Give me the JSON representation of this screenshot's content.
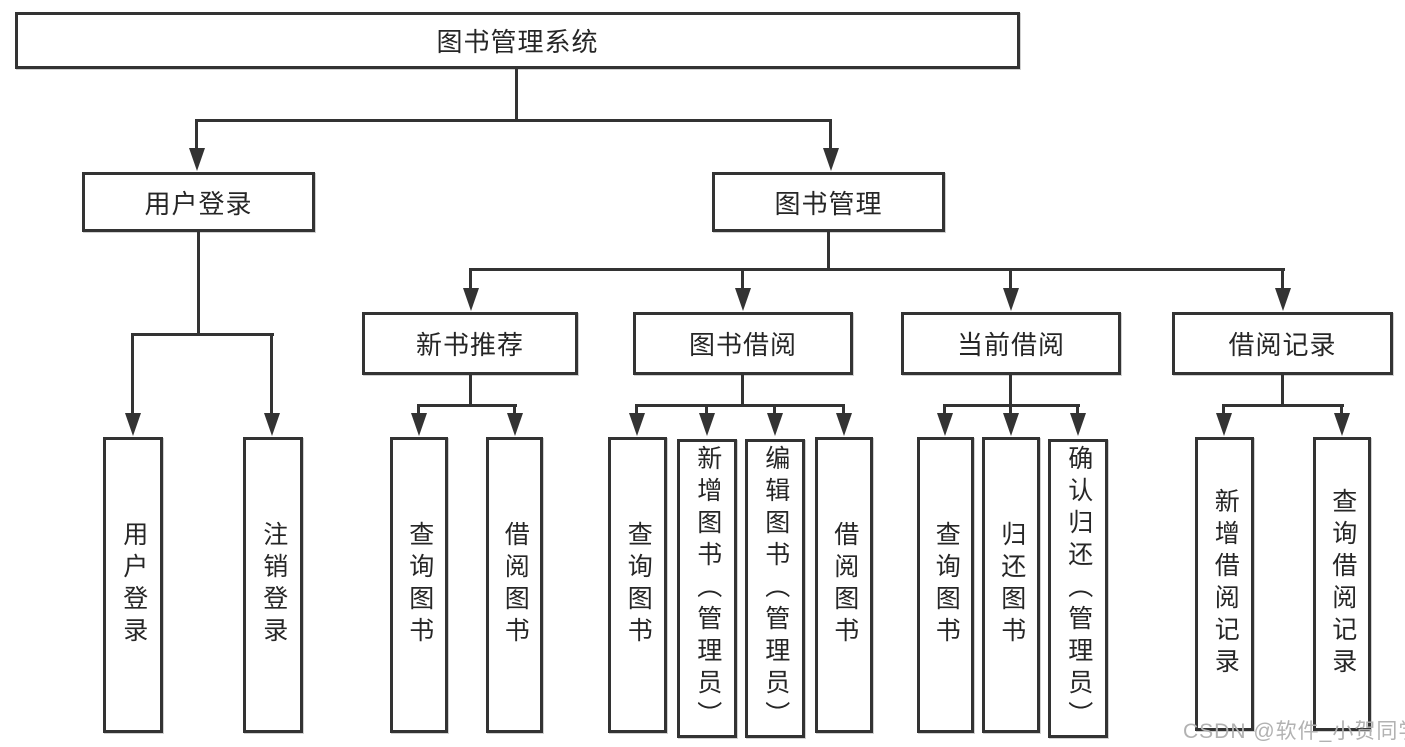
{
  "diagram": {
    "root": {
      "label": "图书管理系统"
    },
    "level2": [
      {
        "id": "user-login",
        "label": "用户登录"
      },
      {
        "id": "book-management",
        "label": "图书管理"
      }
    ],
    "level3": [
      {
        "id": "new-book-recommendation",
        "parent": "图书管理",
        "label": "新书推荐"
      },
      {
        "id": "book-borrowing",
        "parent": "图书管理",
        "label": "图书借阅"
      },
      {
        "id": "current-borrowing",
        "parent": "图书管理",
        "label": "当前借阅"
      },
      {
        "id": "borrowing-records",
        "parent": "图书管理",
        "label": "借阅记录"
      }
    ],
    "leaves": [
      {
        "parent": "用户登录",
        "label": "用户登录"
      },
      {
        "parent": "用户登录",
        "label": "注销登录"
      },
      {
        "parent": "新书推荐",
        "label": "查询图书"
      },
      {
        "parent": "新书推荐",
        "label": "借阅图书"
      },
      {
        "parent": "图书借阅",
        "label": "查询图书"
      },
      {
        "parent": "图书借阅",
        "label": "新增图书（管理员）"
      },
      {
        "parent": "图书借阅",
        "label": "编辑图书（管理员）"
      },
      {
        "parent": "图书借阅",
        "label": "借阅图书"
      },
      {
        "parent": "当前借阅",
        "label": "查询图书"
      },
      {
        "parent": "当前借阅",
        "label": "归还图书"
      },
      {
        "parent": "当前借阅",
        "label": "确认归还（管理员）"
      },
      {
        "parent": "借阅记录",
        "label": "新增借阅记录"
      },
      {
        "parent": "借阅记录",
        "label": "查询借阅记录"
      }
    ],
    "watermark": "CSDN @软件_小贺同学",
    "colors": {
      "line": "#333333",
      "text": "#262626",
      "watermark": "#b2b2b2",
      "background": "#ffffff"
    }
  }
}
